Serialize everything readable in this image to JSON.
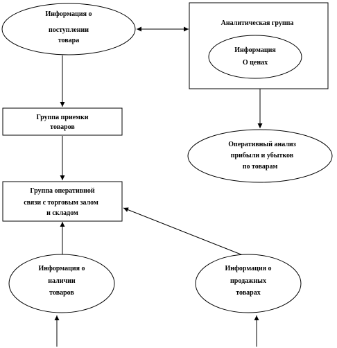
{
  "nodes": {
    "arrival_info": {
      "lines": [
        "Информация  о",
        "поступлении",
        "товара"
      ]
    },
    "analytic_group": {
      "title": "Аналитическая  группа"
    },
    "price_info": {
      "lines": [
        "Информация",
        "О ценах"
      ]
    },
    "receiving_group": {
      "lines": [
        "Группа  приемки",
        "товаров"
      ]
    },
    "profit_analysis": {
      "lines": [
        "Оперативный  анализ",
        "прибыли  и убытков",
        "по  товарам"
      ]
    },
    "operational_group": {
      "lines": [
        "Группа  оперативной",
        "связи  с торговым  залом",
        "и складом"
      ]
    },
    "stock_info": {
      "lines": [
        "Информация  о",
        "наличии",
        "товаров"
      ]
    },
    "sales_info": {
      "lines": [
        "Информация  о",
        "продажных",
        "товарах"
      ]
    }
  }
}
